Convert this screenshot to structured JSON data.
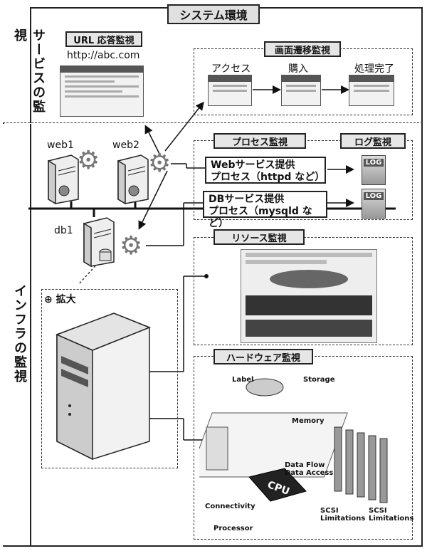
{
  "title": "システム環境",
  "side": {
    "service": "サービスの監視",
    "infra": "インフラの監視"
  },
  "url_monitor": {
    "label": "URL 応答監視",
    "url": "http://abc.com"
  },
  "transition": {
    "label": "画面遷移監視",
    "steps": [
      "アクセス",
      "購入",
      "処理完了"
    ]
  },
  "servers": {
    "web1": "web1",
    "web2": "web2",
    "db1": "db1"
  },
  "zoom_label": "拡大",
  "process_monitor": {
    "label": "プロセス監視",
    "web_line1": "Webサービス提供",
    "web_line2": "プロセス（httpd など）",
    "db_line1": "DBサービス提供",
    "db_line2": "プロセス（mysqld など）"
  },
  "log_monitor": {
    "label": "ログ監視",
    "badge": "LOG"
  },
  "resource_monitor": {
    "label": "リソース監視"
  },
  "hardware_monitor": {
    "label": "ハードウェア監視",
    "parts": {
      "label": "Label",
      "storage": "Storage",
      "memory": "Memory",
      "data_flow": "Data Flow",
      "data_access": "Data Access",
      "connectivity": "Connectivity",
      "cpu": "CPU",
      "processor": "Processor",
      "scsi_limit_1": "SCSI Limitations",
      "scsi_limit_2": "SCSI Limitations"
    }
  }
}
